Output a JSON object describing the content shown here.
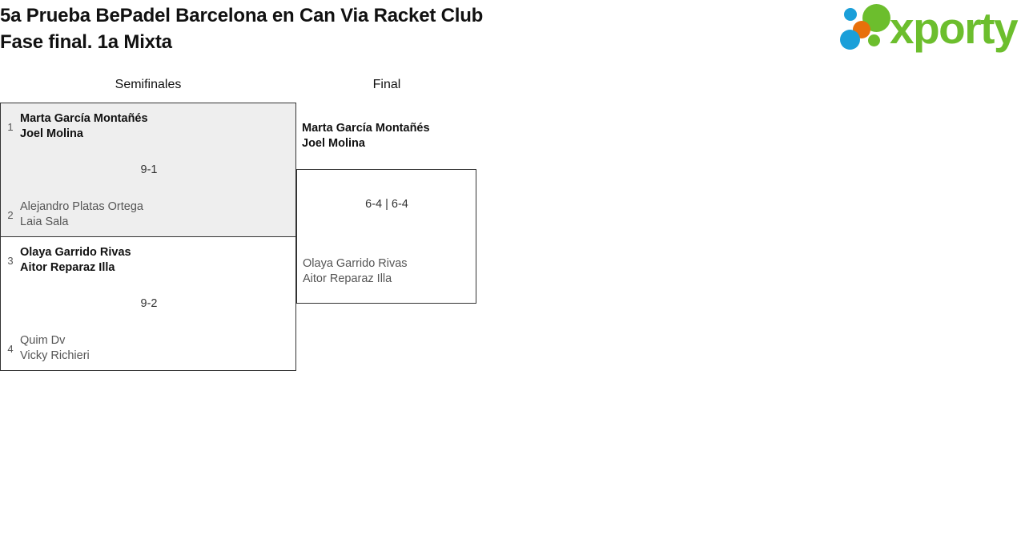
{
  "header": {
    "title_line_1": "5a Prueba BePadel Barcelona en Can Via Racket Club",
    "title_line_2": "Fase final. 1a Mixta",
    "logo_text": "xporty",
    "logo_colors": {
      "green": "#6cbe2d",
      "blue": "#1a9fd9",
      "orange": "#e8700a"
    }
  },
  "bracket": {
    "rounds": [
      {
        "name": "Semifinales"
      },
      {
        "name": "Final"
      }
    ],
    "semifinals": [
      {
        "score": "9-1",
        "teams": [
          {
            "seed": "1",
            "player_1": "Marta García Montañés",
            "player_2": "Joel Molina",
            "result": "winner"
          },
          {
            "seed": "2",
            "player_1": "Alejandro Platas Ortega",
            "player_2": "Laia Sala",
            "result": "loser"
          }
        ]
      },
      {
        "score": "9-2",
        "teams": [
          {
            "seed": "3",
            "player_1": "Olaya Garrido Rivas",
            "player_2": "Aitor Reparaz Illa",
            "result": "winner"
          },
          {
            "seed": "4",
            "player_1": "Quim Dv",
            "player_2": "Vicky Richieri",
            "result": "loser"
          }
        ]
      }
    ],
    "final": {
      "score": "6-4 | 6-4",
      "teams": [
        {
          "player_1": "Marta García Montañés",
          "player_2": "Joel Molina",
          "result": "winner"
        },
        {
          "player_1": "Olaya Garrido Rivas",
          "player_2": "Aitor Reparaz Illa",
          "result": "loser"
        }
      ]
    }
  }
}
